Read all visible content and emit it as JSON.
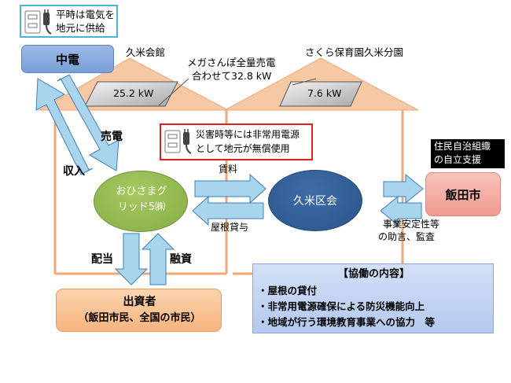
{
  "legend_normal": {
    "line1": "平時は電気を",
    "line2": "地元に供給"
  },
  "chuden": "中電",
  "kume_kaikan": "久米会館",
  "sakura_hoikuen": "さくら保育園久米分園",
  "mega_note": {
    "line1": "メガさんぽ全量売電",
    "line2": "合わせて32.8 kW"
  },
  "panel_kume": "25.2 kW",
  "panel_sakura": "7.6 kW",
  "baiden": "売電",
  "shunyu": "収入",
  "disaster_note": {
    "line1": "災害時等には非常用電源",
    "line2": "として地元が無償使用"
  },
  "jumin": {
    "line1": "住民自治組織",
    "line2": "の自立支援"
  },
  "iida_city": "飯田市",
  "ohisama": {
    "line1": "おひさまグ",
    "line2": "リッド5㈱"
  },
  "kume_ku": "久米区会",
  "chinryo": "賃料",
  "yane_taiyo": "屋根貸与",
  "jigyo_note": {
    "line1": "事業安定性等",
    "line2": "の助言、監査"
  },
  "haito": "配当",
  "yushi": "融資",
  "investor": {
    "line1": "出資者",
    "line2": "（飯田市民、全国の市民）"
  },
  "cooperation": {
    "title": "【協働の内容】",
    "items": [
      "・屋根の貸付",
      "・非常用電源確保による防災機能向上",
      "・地域が行う環境教育事業への協力　等"
    ]
  },
  "colors": {
    "roof": "#f7c8a4",
    "roof_line": "#f0a775",
    "arrow_fill": "#a8d4ee",
    "arrow_stroke": "#3f7fb5",
    "chuden": "#7da3dc",
    "city": "#f4a9a0",
    "green": "#92ba4f",
    "kumeku": "#2f5c95",
    "investor": "#f8c294",
    "coop": "#c3d4f3",
    "legend_border": "#4db2d4",
    "disaster_border": "#e02020"
  }
}
